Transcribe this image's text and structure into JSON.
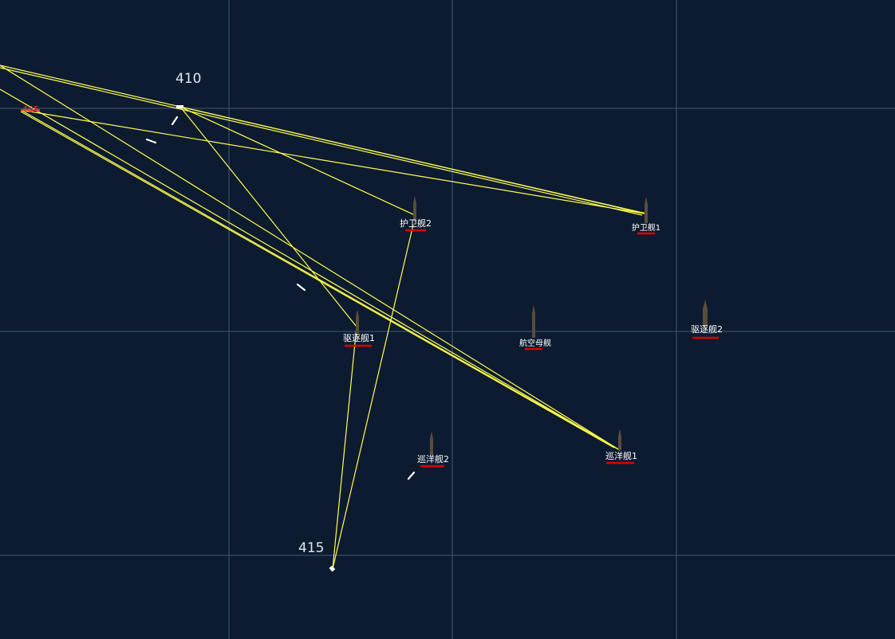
{
  "map": {
    "background_color": "#0d1b30",
    "grid_color": "#4d6e93",
    "track_color": "#ffff4d",
    "ship_marker_color": "#e00000",
    "missile_color": "#ffffff"
  },
  "track_labels": {
    "t410": "410",
    "t415": "415",
    "t405": "405"
  },
  "ships": {
    "frigate_1": "护卫舰1",
    "frigate_2": "护卫舰2",
    "destroyer_1": "驱逐舰1",
    "destroyer_2": "驱逐舰2",
    "carrier": "航空母舰",
    "cruiser_1": "巡洋舰1",
    "cruiser_2": "巡洋舰2"
  }
}
